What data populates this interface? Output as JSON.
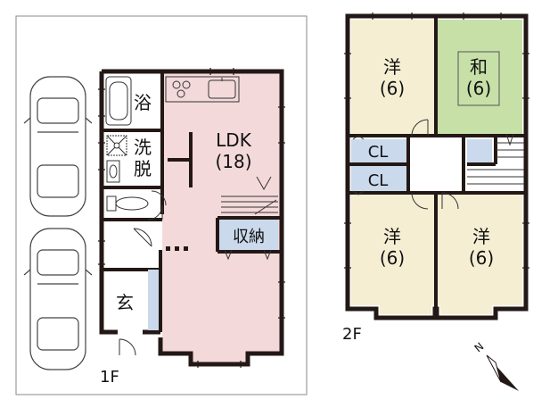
{
  "floor1": {
    "label": "1F",
    "ldk": {
      "name": "LDK",
      "size": "(18)"
    },
    "bath": "浴",
    "washroom": [
      "洗",
      "脱"
    ],
    "storage": "収納",
    "entrance": "玄"
  },
  "floor2": {
    "label": "2F",
    "rooms": [
      {
        "name": "洋",
        "size": "(6)"
      },
      {
        "name": "和",
        "size": "(6)"
      },
      {
        "name": "洋",
        "size": "(6)"
      },
      {
        "name": "洋",
        "size": "(6)"
      }
    ],
    "closets": [
      "CL",
      "CL"
    ]
  },
  "compass": {
    "label": "N"
  },
  "colors": {
    "ldk": "#f3d9da",
    "western_room": "#f6eed3",
    "japanese_room": "#c6e0a8",
    "closet": "#cad9ec",
    "wall": "#231815"
  }
}
